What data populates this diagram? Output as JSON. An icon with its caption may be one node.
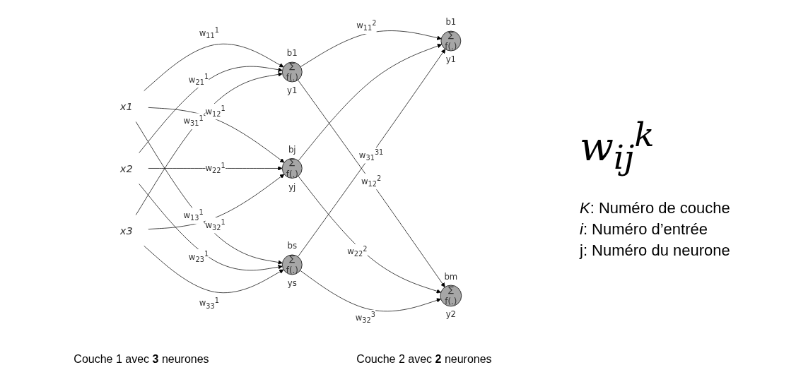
{
  "diagram": {
    "nodes": [
      {
        "text": [
          "x1"
        ]
      },
      {
        "text": [
          "x2"
        ]
      },
      {
        "text": [
          "x3"
        ]
      },
      {
        "text": [
          "b1",
          "∑",
          "f(.)",
          "y1"
        ]
      },
      {
        "text": [
          "bj",
          "∑",
          "f(.)",
          "yj"
        ]
      },
      {
        "text": [
          "bs",
          "∑",
          "f(.)",
          "ys"
        ]
      },
      {
        "text": [
          "b1",
          "∑",
          "f(.)",
          "y1"
        ]
      },
      {
        "text": [
          "bm",
          "∑",
          "f(.)",
          "y2"
        ]
      }
    ],
    "edges": [
      {
        "from": 0,
        "to": 3,
        "arrow": "to",
        "label": "w$_{11}$$^{1}$"
      },
      {
        "from": 0,
        "to": 4,
        "arrow": "to",
        "label": "w$_{12}$$^{1}$"
      },
      {
        "from": 0,
        "to": 5,
        "arrow": "to",
        "label": "w$_{13}$$^{1}$"
      },
      {
        "from": 1,
        "to": 3,
        "arrow": "to",
        "label": "w$_{21}$$^{1}$"
      },
      {
        "from": 1,
        "to": 4,
        "arrow": "to",
        "label": "w$_{22}$$^{1}$"
      },
      {
        "from": 1,
        "to": 5,
        "arrow": "to",
        "label": "w$_{23}$$^{1}$"
      },
      {
        "from": 2,
        "to": 3,
        "arrow": "to",
        "label": "w$_{31}$$^{1}$"
      },
      {
        "from": 2,
        "to": 4,
        "arrow": "to",
        "label": "w$_{32}$$^{1}$"
      },
      {
        "from": 2,
        "to": 5,
        "arrow": "to",
        "label": "w$_{33}$$^{1}$"
      },
      {
        "from": 3,
        "to": 6,
        "arrow": "to",
        "label": "w$_{11}$$^{2}$"
      },
      {
        "from": 3,
        "to": 7,
        "arrow": "to",
        "label": "w$_{12}$$^{2}$"
      },
      {
        "from": 4,
        "to": 6,
        "arrow": "to"
      },
      {
        "from": 4,
        "to": 7,
        "arrow": "to",
        "label": "w$_{22}$$^{2}$"
      },
      {
        "from": 5,
        "to": 6,
        "arrow": "to",
        "label": "w$_{31}$$^{31}$"
      },
      {
        "from": 5,
        "to": 7,
        "arrow": "to",
        "label": "w$_{32}$$^{3}$"
      }
    ],
    "labels": [
      "w$_{ij}$$^{k}$",
      "*K*: Numéro de couche",
      "*i*: Numéro d’entrée",
      "j: Numéro du neurone",
      "Couche 1 avec **3** neurones",
      "Couche 2 avec **2** neurones"
    ]
  }
}
